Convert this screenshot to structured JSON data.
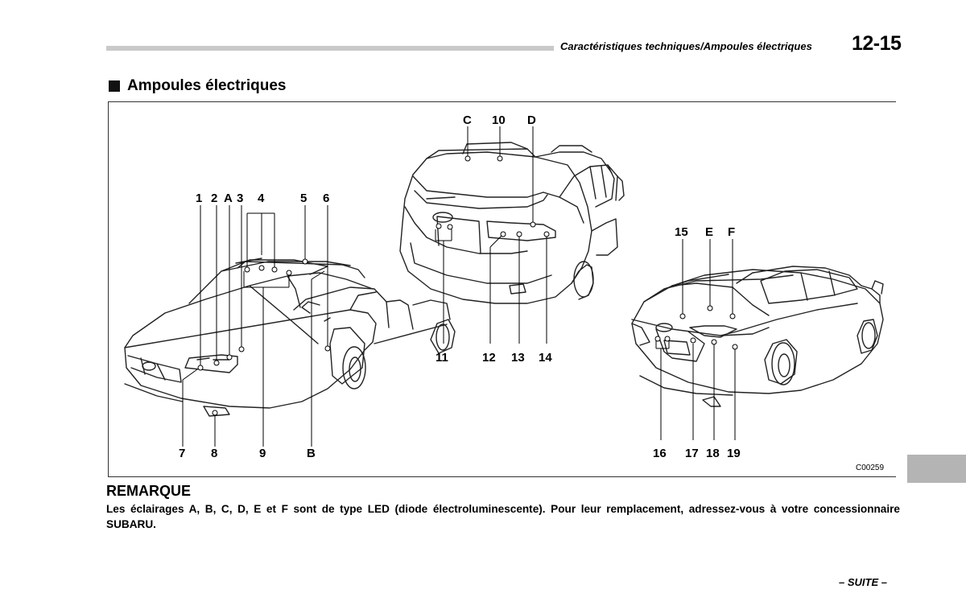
{
  "header": {
    "title": "Caractéristiques techniques/Ampoules électriques",
    "page_number": "12-15"
  },
  "section": {
    "title": "Ampoules électriques"
  },
  "figure": {
    "code": "C00259",
    "callouts": {
      "c1": "1",
      "c2": "2",
      "cA": "A",
      "c3": "3",
      "c4": "4",
      "c5": "5",
      "c6": "6",
      "c7": "7",
      "c8": "8",
      "c9": "9",
      "cB": "B",
      "cC": "C",
      "c10": "10",
      "cD": "D",
      "c11": "11",
      "c12": "12",
      "c13": "13",
      "c14": "14",
      "c15": "15",
      "cE": "E",
      "cF": "F",
      "c16": "16",
      "c17": "17",
      "c18": "18",
      "c19": "19"
    }
  },
  "remark": {
    "title": "REMARQUE",
    "text": "Les éclairages A, B, C, D, E et F sont de type LED (diode électroluminescente). Pour leur remplacement, adressez-vous à votre concessionnaire SUBARU."
  },
  "footer": {
    "next": "– SUITE –"
  }
}
